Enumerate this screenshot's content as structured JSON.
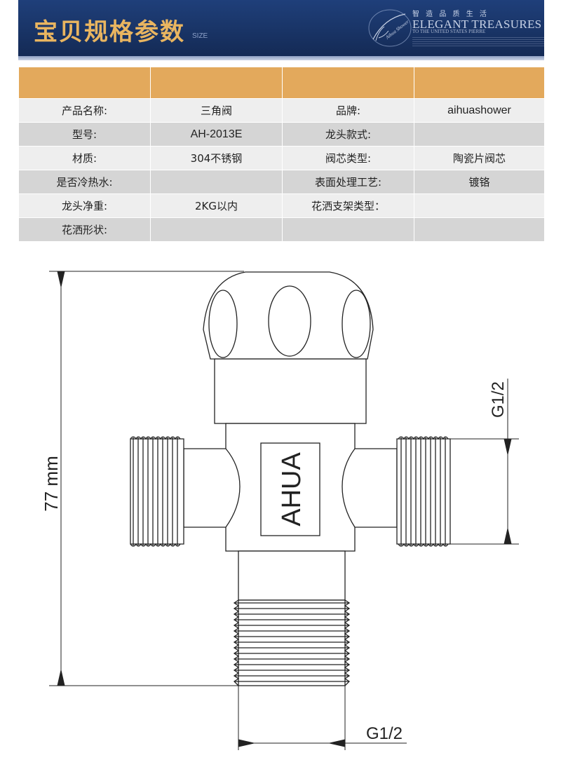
{
  "header": {
    "title": "宝贝规格参数",
    "subtitle": "SIZE",
    "tagline": "智 造 品 质 生 活",
    "brand": "ELEGANT TREASURES",
    "brand_line": "TO THE UNITED STATES PIERRE",
    "logo_text": "Aihua Shower"
  },
  "specs": {
    "rows": [
      [
        "产品名称:",
        "三角阀",
        "品牌:",
        "aihuashower"
      ],
      [
        "型号:",
        "AH-2013E",
        "龙头款式:",
        ""
      ],
      [
        "材质:",
        "304不锈钢",
        "阀芯类型:",
        "陶瓷片阀芯"
      ],
      [
        "是否冷热水:",
        "",
        "表面处理工艺:",
        "镀铬"
      ],
      [
        "龙头净重:",
        "2KG以内",
        "花洒支架类型：",
        ""
      ],
      [
        "花洒形状:",
        "",
        "",
        ""
      ]
    ]
  },
  "drawing": {
    "body_label": "AHUA",
    "height_dim": "77 mm",
    "side_thread": "G1/2",
    "bottom_thread": "G1/2"
  }
}
